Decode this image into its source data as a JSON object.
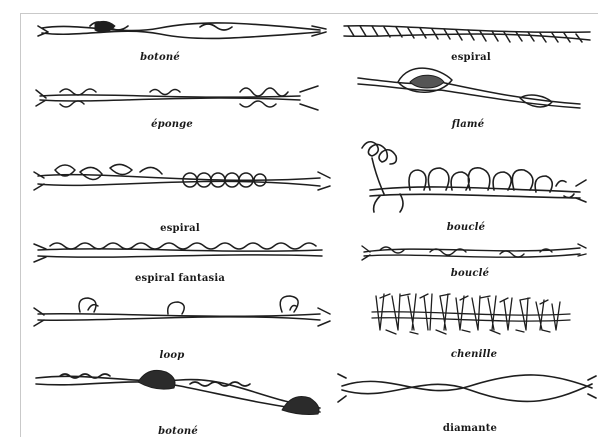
{
  "labels": {
    "left": [
      "botoné",
      "éponge",
      "espiral",
      "espiral fantasia",
      "loop",
      "botoné"
    ],
    "right": [
      "espiral",
      "flamé",
      "bouclé",
      "bouclé",
      "chenille",
      "diamante"
    ]
  },
  "ink_color": "#1e1e1e"
}
